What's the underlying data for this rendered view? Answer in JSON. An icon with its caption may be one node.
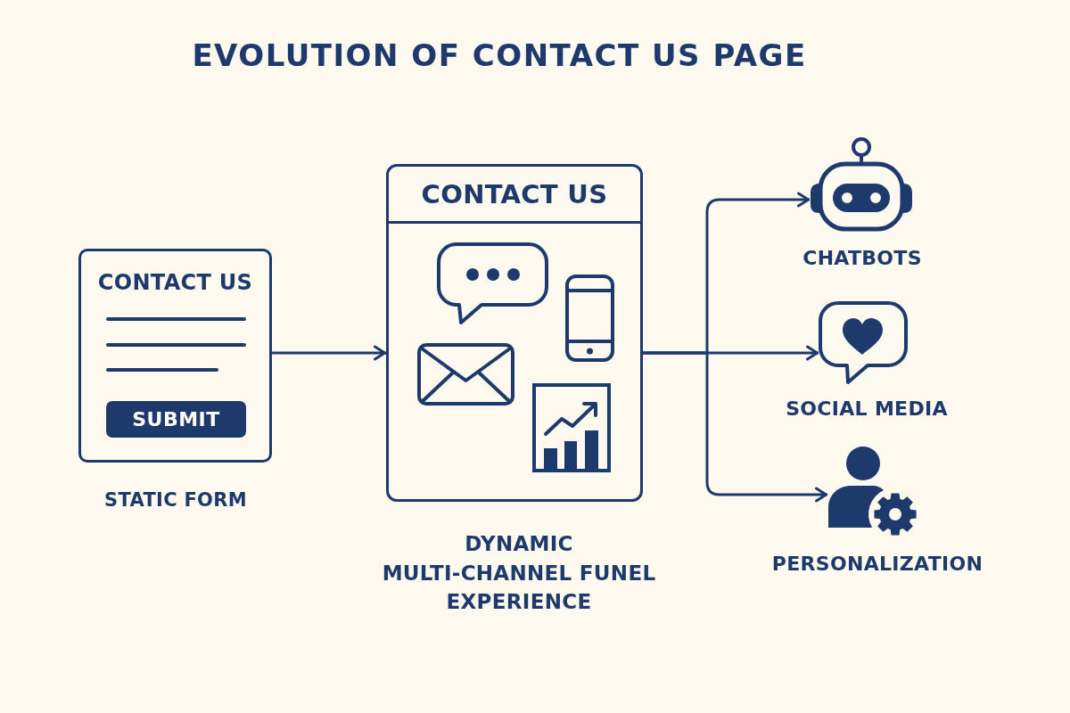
{
  "diagram": {
    "title": "EVOLUTION OF CONTACT US PAGE",
    "nodes": [
      {
        "text": [
          "CONTACT US"
        ],
        "beside": [
          "STATIC FORM"
        ]
      },
      {
        "text": [
          "SUBMIT"
        ],
        "in": 0
      },
      {
        "text": [
          "CONTACT US"
        ],
        "beside": [
          "DYNAMIC MULTI-CHANNEL FUNEL EXPERIENCE"
        ]
      },
      {
        "text": [],
        "shape": "picture",
        "beside": [
          "CHATBOTS"
        ]
      },
      {
        "text": [],
        "shape": "picture",
        "beside": [
          "SOCIAL MEDIA"
        ]
      },
      {
        "text": [],
        "shape": "picture",
        "beside": [
          "PERSONALIZATION"
        ]
      }
    ],
    "edges": [
      {
        "from": 0,
        "to": 2,
        "arrow": "to"
      },
      {
        "from": 2,
        "to": 3,
        "arrow": "to"
      },
      {
        "from": 2,
        "to": 4,
        "arrow": "to"
      },
      {
        "from": 2,
        "to": 5,
        "arrow": "to"
      }
    ]
  }
}
